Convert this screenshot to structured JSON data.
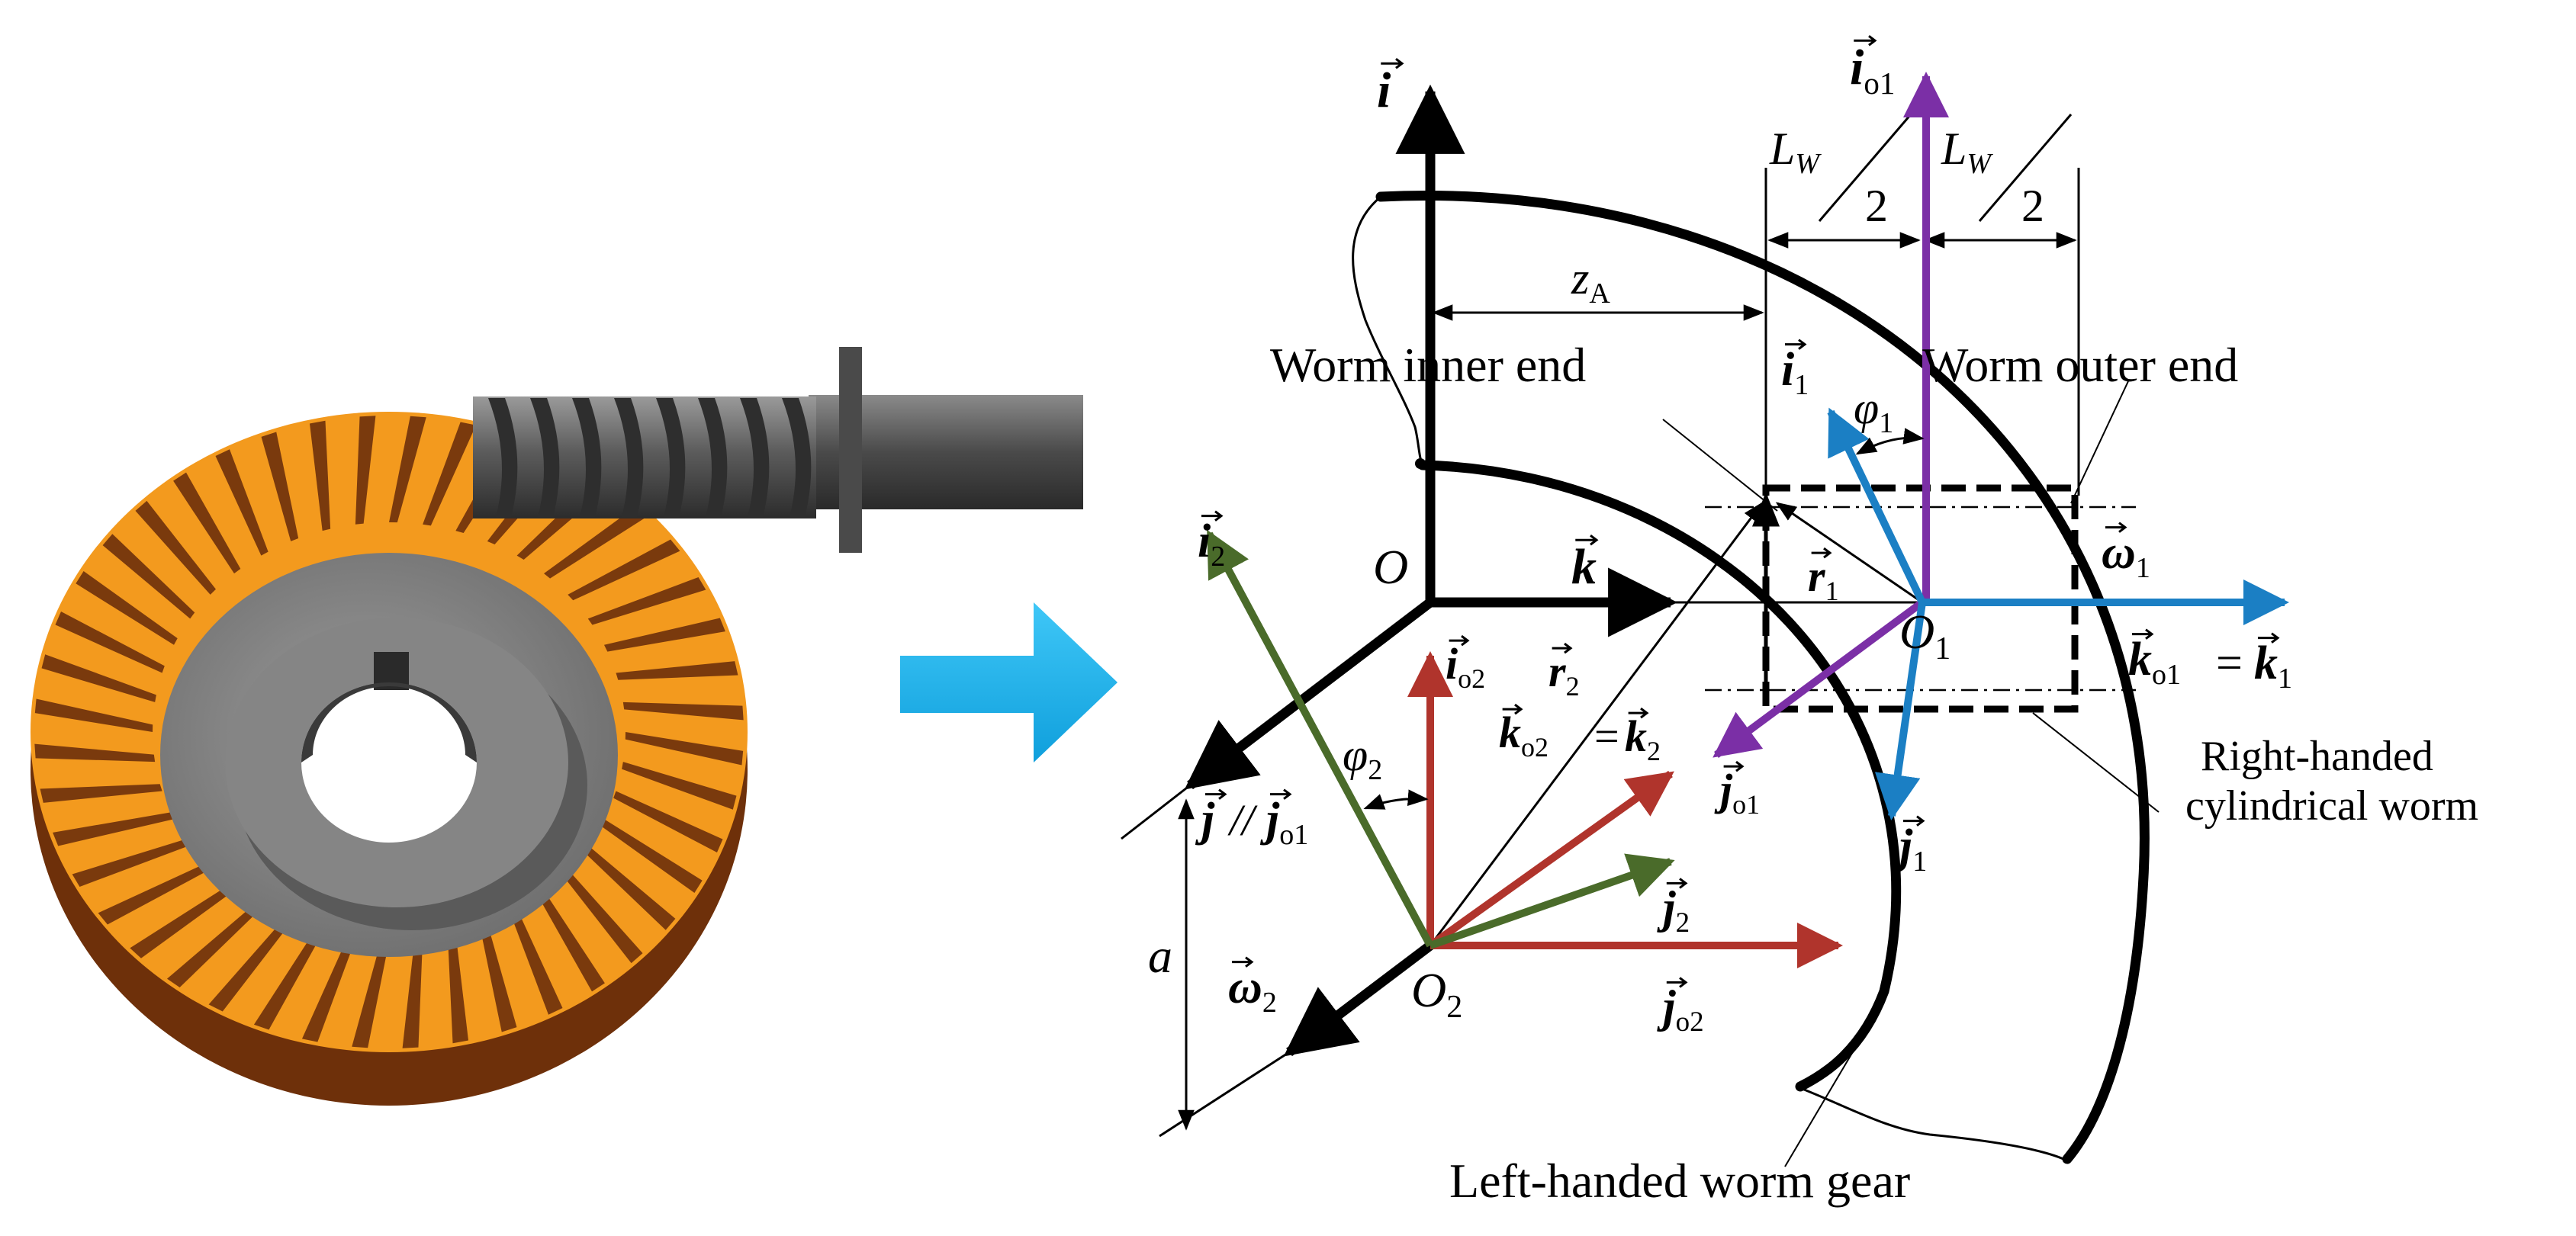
{
  "colors": {
    "black": "#000000",
    "purple": "#7b2fa6",
    "blue": "#1b7fc4",
    "red": "#b0342c",
    "green": "#4a6b2a",
    "cyan_arrow": "#1ab2ef",
    "gear_orange": "#f39a1e",
    "gear_dark": "#7a3a0d",
    "hub_gray": "#8e8e8e",
    "worm_gray": "#5a5a5a"
  },
  "labels": {
    "worm_inner_end": "Worm inner end",
    "worm_outer_end": "Worm outer end",
    "right_handed_1": "Right-handed",
    "right_handed_2": "cylindrical worm",
    "left_handed": "Left-handed worm gear",
    "origin_O": "O",
    "origin_O1": "O",
    "origin_O1_sub": "1",
    "origin_O2": "O",
    "origin_O2_sub": "2",
    "z_A": "z",
    "z_A_sub": "A",
    "a": "a",
    "L_W_left": "L",
    "L_W_left_sub": "W",
    "L_W_right": "L",
    "L_W_right_sub": "W",
    "half_left": "2",
    "half_right": "2",
    "phi1": "φ",
    "phi1_sub": "1",
    "phi2": "φ",
    "phi2_sub": "2"
  },
  "vectors": {
    "i": {
      "base": "i",
      "sub": ""
    },
    "k": {
      "base": "k",
      "sub": ""
    },
    "i_o1": {
      "base": "i",
      "sub": "o1"
    },
    "i_1": {
      "base": "i",
      "sub": "1"
    },
    "i_2": {
      "base": "i",
      "sub": "2"
    },
    "i_o2": {
      "base": "i",
      "sub": "o2"
    },
    "r_1": {
      "base": "r",
      "sub": "1"
    },
    "r_2": {
      "base": "r",
      "sub": "2"
    },
    "omega_1": {
      "base": "ω",
      "sub": "1"
    },
    "omega_2": {
      "base": "ω",
      "sub": "2"
    },
    "k_o1": {
      "base": "k",
      "sub": "o1"
    },
    "k_1": {
      "base": "k",
      "sub": "1"
    },
    "k_o2": {
      "base": "k",
      "sub": "o2"
    },
    "k_2": {
      "base": "k",
      "sub": "2"
    },
    "j_o1": {
      "base": "j",
      "sub": "o1"
    },
    "j_1": {
      "base": "j",
      "sub": "1"
    },
    "j": {
      "base": "j",
      "sub": ""
    },
    "j_o1_b": {
      "base": "j",
      "sub": "o1"
    },
    "j_2": {
      "base": "j",
      "sub": "2"
    },
    "j_o2": {
      "base": "j",
      "sub": "o2"
    }
  },
  "symbols": {
    "equals": "=",
    "parallel": "//"
  }
}
